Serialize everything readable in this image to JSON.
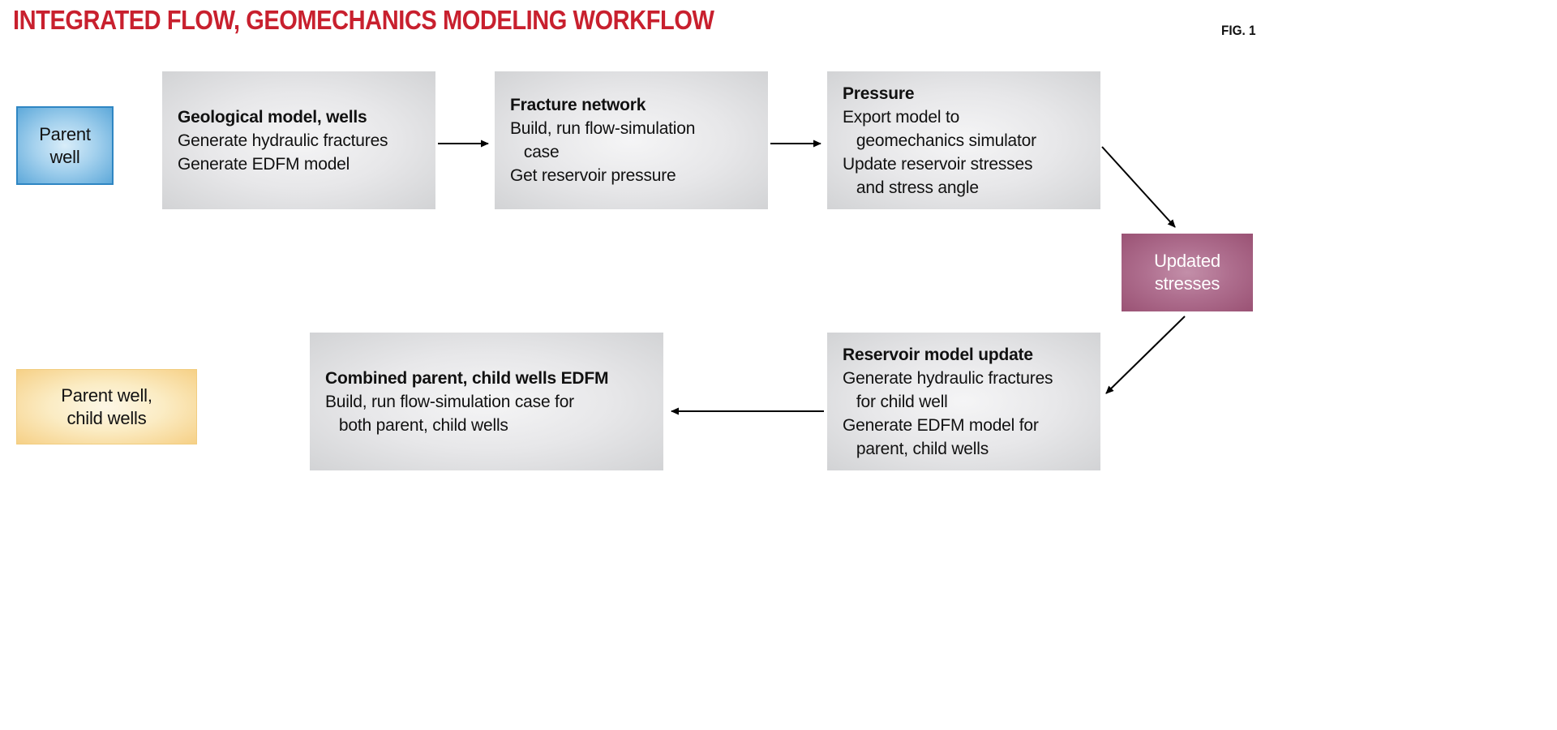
{
  "header": {
    "title": "INTEGRATED FLOW, GEOMECHANICS MODELING WORKFLOW",
    "fig_label": "FIG. 1"
  },
  "colors": {
    "title_red": "#c8202e",
    "box_gray": "#d2d3d5",
    "box_blue": "#5ea9da",
    "box_blue_border": "#2f86c3",
    "box_yellow": "#f6d086",
    "box_mauve": "#9a5274",
    "arrow_black": "#000000"
  },
  "labels": {
    "parent_well": {
      "lines": [
        "Parent",
        "well"
      ]
    },
    "parent_child": {
      "lines": [
        "Parent well,",
        "child wells"
      ]
    },
    "updated_stresses": {
      "lines": [
        "Updated",
        "stresses"
      ]
    }
  },
  "steps": [
    {
      "title": "Geological model, wells",
      "lines": [
        "Generate hydraulic fractures",
        "Generate EDFM model"
      ]
    },
    {
      "title": "Fracture network",
      "lines": [
        "Build, run flow-simulation",
        "   case",
        "Get reservoir pressure"
      ]
    },
    {
      "title": "Pressure",
      "lines": [
        "Export model to",
        "   geomechanics simulator",
        "Update reservoir stresses",
        "   and stress angle"
      ]
    },
    {
      "title": "Combined parent, child wells EDFM",
      "lines": [
        "Build, run flow-simulation case for",
        "   both parent, child wells"
      ]
    },
    {
      "title": "Reservoir model update",
      "lines": [
        "Generate hydraulic fractures",
        "   for child well",
        "Generate EDFM model for",
        "   parent, child wells"
      ]
    }
  ]
}
